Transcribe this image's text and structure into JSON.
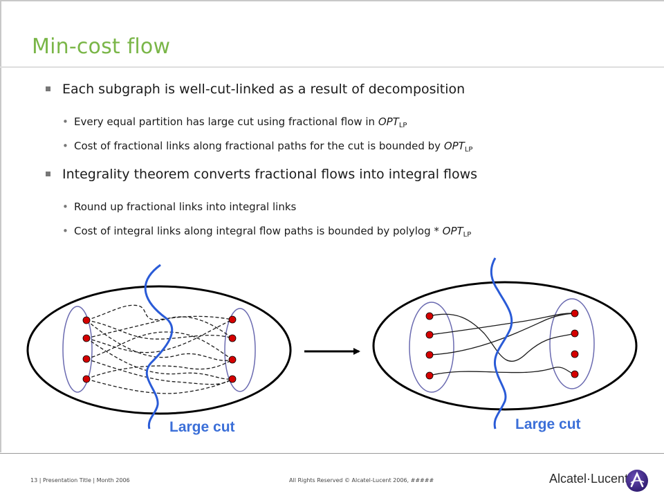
{
  "slide": {
    "title": "Min-cost flow"
  },
  "bullets": [
    {
      "text": "Each subgraph is well-cut-linked as a result of decomposition",
      "subs": [
        {
          "text": "Every equal partition has large cut using fractional flow in ",
          "opt": "OPT",
          "sub": "LP"
        },
        {
          "text": "Cost of fractional links along fractional paths for the cut is bounded by ",
          "opt": "OPT",
          "sub": "LP"
        }
      ]
    },
    {
      "text": "Integrality theorem converts fractional flows into integral flows",
      "subs": [
        {
          "text": "Round up fractional links into integral links"
        },
        {
          "text": "Cost of integral links along integral flow paths is bounded by polylog * ",
          "opt": "OPT",
          "sub": "LP"
        }
      ]
    }
  ],
  "diagram": {
    "left_cut_label": "Large cut",
    "right_cut_label": "Large cut",
    "colors": {
      "node": "#d40000",
      "cut_line": "#2a5bd7",
      "partition_outline": "#6a6ab0",
      "cut_label": "#3b6fd8"
    }
  },
  "footer": {
    "left": "13 | Presentation Title | Month 2006",
    "center": "All Rights Reserved © Alcatel-Lucent 2006, #####",
    "brand": "Alcatel·Lucent"
  }
}
